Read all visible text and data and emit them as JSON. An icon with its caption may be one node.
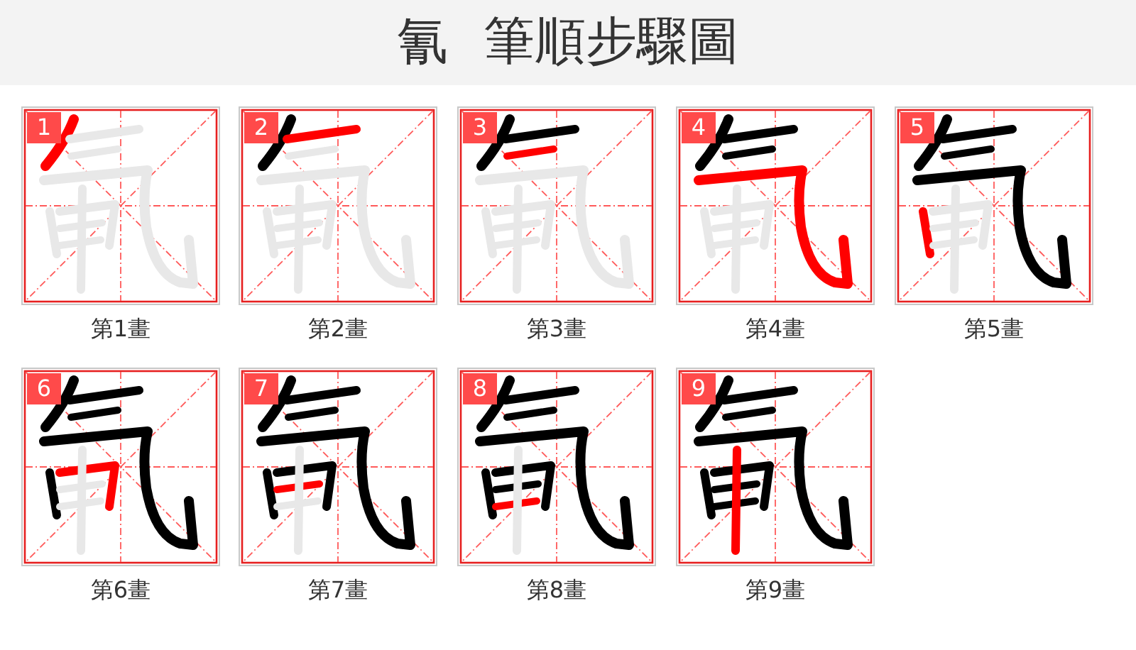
{
  "diagram": {
    "title": "氰 筆順步驟圖",
    "nodes": [
      {
        "text": [
          "1"
        ],
        "beside": [
          "第1畫"
        ]
      },
      {
        "text": [
          "2"
        ],
        "beside": [
          "第2畫"
        ]
      },
      {
        "text": [
          "3"
        ],
        "beside": [
          "第3畫"
        ]
      },
      {
        "text": [
          "4"
        ],
        "beside": [
          "第4畫"
        ]
      },
      {
        "text": [
          "5"
        ],
        "beside": [
          "第5畫"
        ]
      },
      {
        "text": [
          "6"
        ],
        "beside": [
          "第6畫"
        ]
      },
      {
        "text": [
          "7"
        ],
        "beside": [
          "第7畫"
        ]
      },
      {
        "text": [
          "8"
        ],
        "beside": [
          "第8畫"
        ]
      },
      {
        "text": [
          "9"
        ],
        "beside": [
          "第9畫"
        ]
      }
    ]
  }
}
